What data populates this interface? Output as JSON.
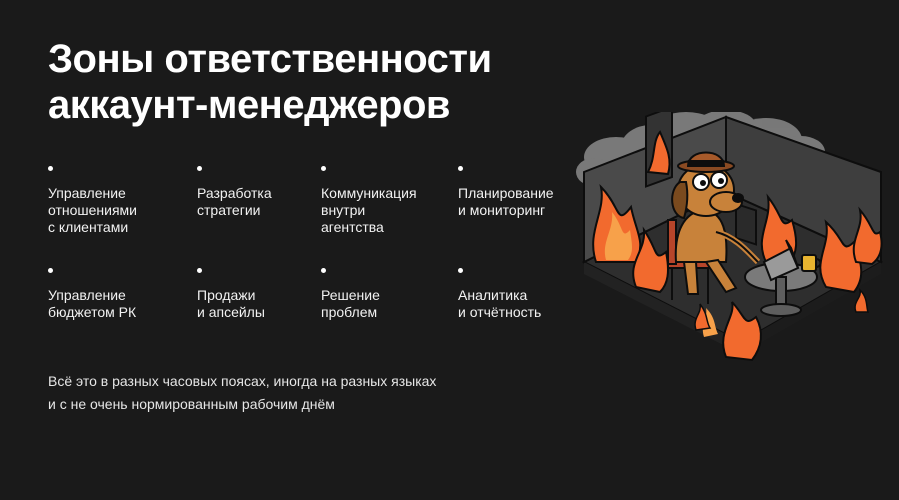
{
  "slide": {
    "title": "Зоны ответственности\nаккаунт-менеджеров",
    "zones": [
      {
        "label": "Управление\nотношениями\nс клиентами"
      },
      {
        "label": "Разработка\nстратегии"
      },
      {
        "label": "Коммуникация\nвнутри\nагентства"
      },
      {
        "label": "Планирование\nи мониторинг"
      },
      {
        "label": "Управление\nбюджетом РК"
      },
      {
        "label": "Продажи\nи апсейлы"
      },
      {
        "label": "Решение\nпроблем"
      },
      {
        "label": "Аналитика\nи отчётность"
      }
    ],
    "note": "Всё это в разных часовых поясах, иногда на разных языках\nи с не очень нормированным рабочим днём"
  },
  "colors": {
    "background": "#1a1a1a",
    "text": "#ffffff",
    "fire": "#f26a2e",
    "fire_light": "#f7a14a",
    "dog": "#c8823a",
    "room_floor": "#3a3a3a",
    "smoke": "#8a8a8a"
  },
  "illustration": {
    "subject": "this-is-fine-dog-icon"
  }
}
